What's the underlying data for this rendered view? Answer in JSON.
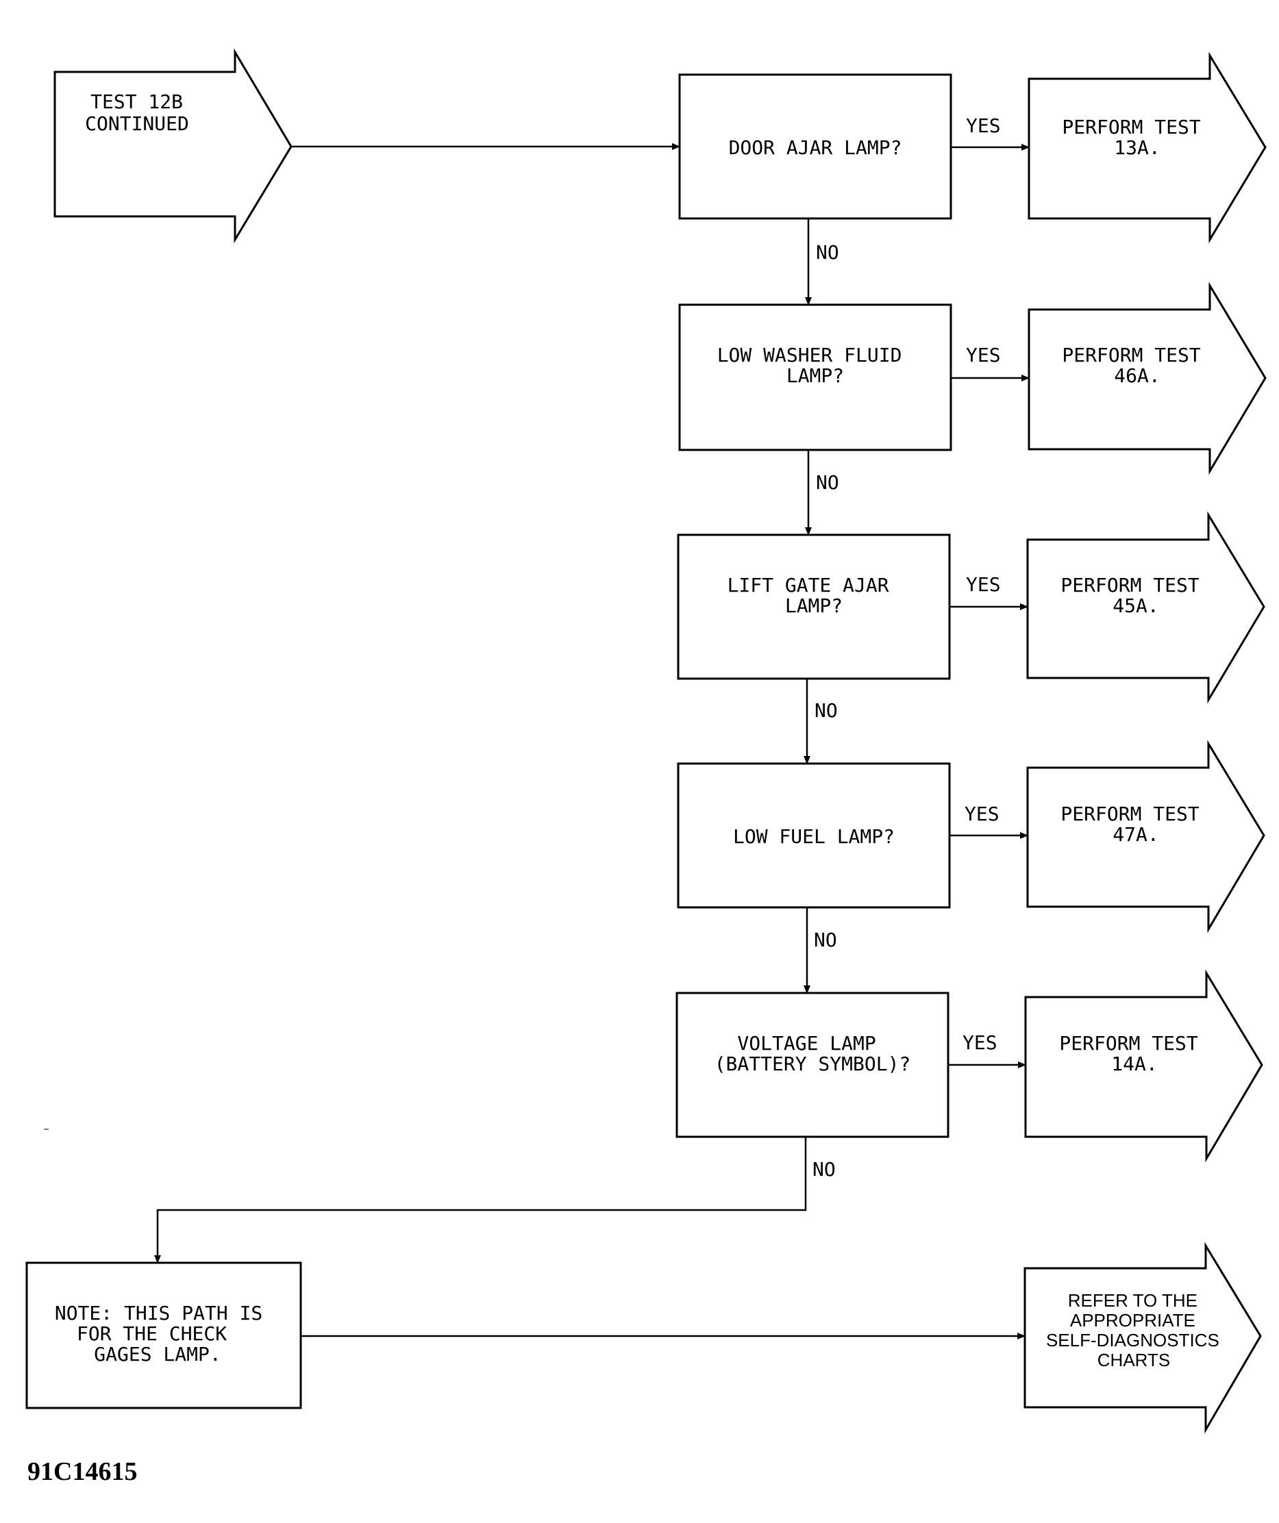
{
  "start": {
    "lines": [
      "TEST 12B",
      "CONTINUED"
    ]
  },
  "decisions": [
    {
      "question": [
        "DOOR AJAR LAMP?"
      ],
      "yes": "YES",
      "no": "NO",
      "action": [
        "PERFORM TEST",
        "13A."
      ]
    },
    {
      "question": [
        "LOW WASHER FLUID",
        "LAMP?"
      ],
      "yes": "YES",
      "no": "NO",
      "action": [
        "PERFORM TEST",
        "46A."
      ]
    },
    {
      "question": [
        "LIFT GATE AJAR",
        "LAMP?"
      ],
      "yes": "YES",
      "no": "NO",
      "action": [
        "PERFORM TEST",
        "45A."
      ]
    },
    {
      "question": [
        "LOW FUEL LAMP?"
      ],
      "yes": "YES",
      "no": "NO",
      "action": [
        "PERFORM TEST",
        "47A."
      ]
    },
    {
      "question": [
        "VOLTAGE LAMP",
        "(BATTERY SYMBOL)?"
      ],
      "yes": "YES",
      "no": "NO",
      "action": [
        "PERFORM TEST",
        "14A."
      ]
    }
  ],
  "note": {
    "lines": [
      "NOTE: THIS PATH IS",
      "FOR THE CHECK",
      "GAGES LAMP."
    ]
  },
  "refer": {
    "lines": [
      "REFER TO THE",
      "APPROPRIATE",
      "SELF-DIAGNOSTICS",
      "CHARTS"
    ]
  },
  "figure_id": "91C14615"
}
